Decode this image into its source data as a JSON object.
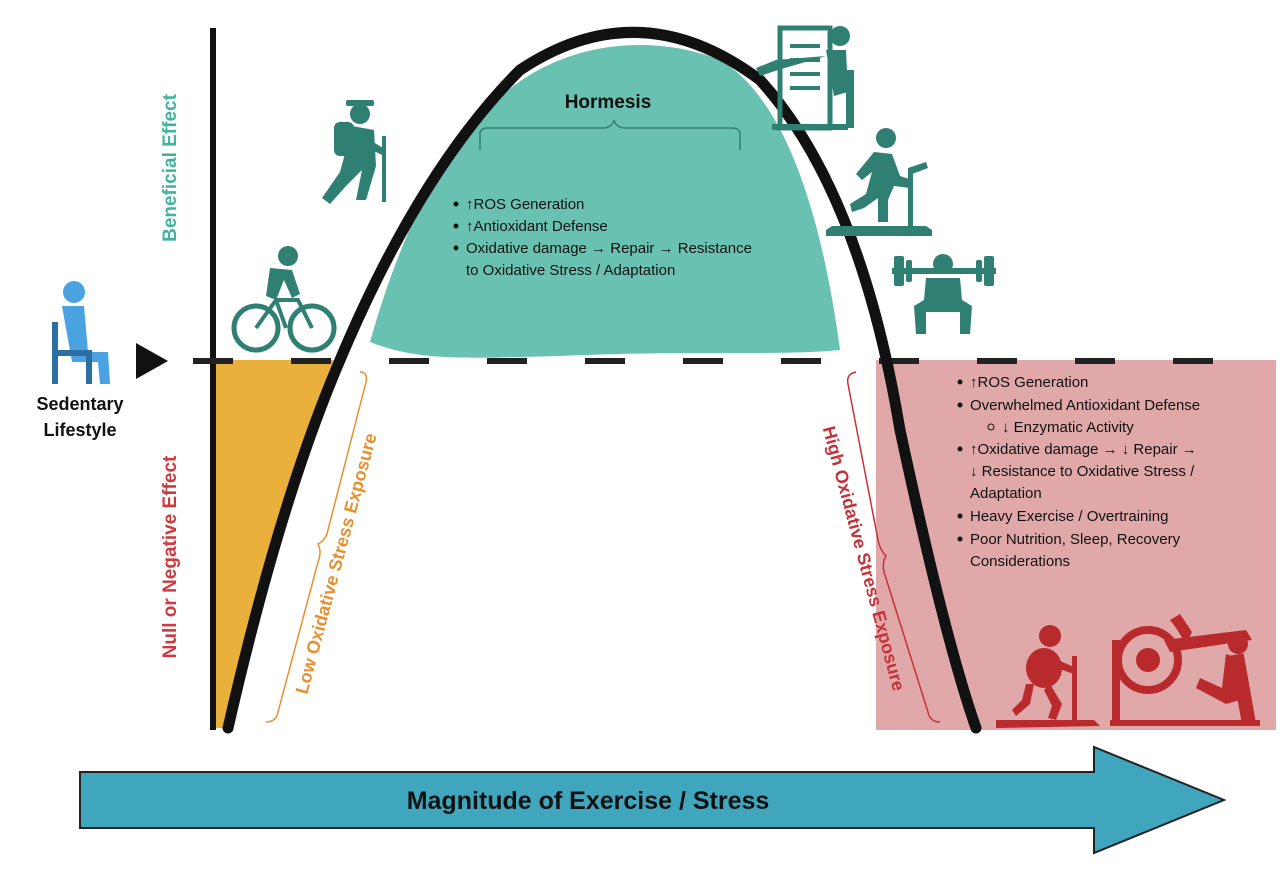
{
  "labels": {
    "beneficial_effect": "Beneficial Effect",
    "null_negative_effect": "Null or Negative Effect",
    "sedentary_line1": "Sedentary",
    "sedentary_line2": "Lifestyle",
    "hormesis": "Hormesis",
    "low_exposure": "Low Oxidative Stress Exposure",
    "high_exposure": "High Oxidative Stress Exposure",
    "x_axis": "Magnitude of Exercise / Stress"
  },
  "hormesis_bullets": [
    "↑ROS Generation",
    "↑Antioxidant Defense",
    "Oxidative damage → Repair → Resistance",
    "to Oxidative Stress / Adaptation"
  ],
  "high_bullets": [
    "↑ROS Generation",
    "Overwhelmed Antioxidant Defense",
    "↓ Enzymatic Activity",
    "↑Oxidative damage → ↓ Repair →",
    "↓ Resistance to Oxidative Stress /",
    "Adaptation",
    "Heavy Exercise / Overtraining",
    "Poor Nutrition, Sleep, Recovery",
    "Considerations"
  ],
  "colors": {
    "hormesis_fill": "#69c2b1",
    "low_fill": "#e9b03c",
    "high_fill": "#e0a8a8",
    "curve": "#111111",
    "beneficial_text": "#43b39e",
    "negative_text": "#cc3b41",
    "low_text": "#e6902f",
    "high_text": "#c4323a",
    "arrow_fill": "#3fa6be",
    "figure_green": "#2f8073",
    "figure_red": "#b82a2c",
    "figure_blue": "#4aa3e0"
  },
  "icons": [
    "sitting-person-icon",
    "cyclist-icon",
    "hiker-icon",
    "leg-press-machine-icon",
    "treadmill-runner-icon",
    "squat-barbell-icon",
    "overweight-treadmill-runner-icon",
    "leg-press-overtraining-icon"
  ]
}
